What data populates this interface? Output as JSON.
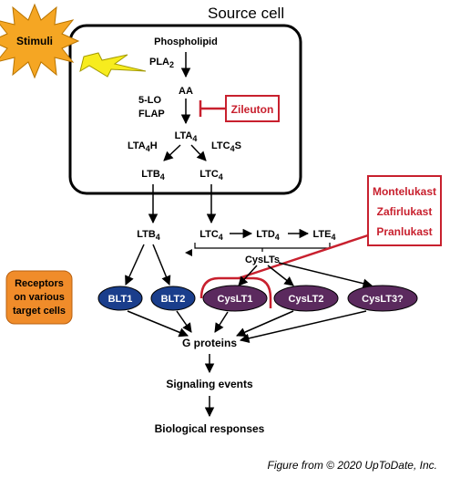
{
  "source_cell": {
    "title": "Source cell"
  },
  "stimuli": {
    "label": "Stimuli"
  },
  "pathway": {
    "phospholipid": "Phospholipid",
    "pla2_base": "PLA",
    "pla2_sub": "2",
    "aa": "AA",
    "five_lo": "5-LO",
    "flap": "FLAP",
    "lta4_base": "LTA",
    "lta4_sub": "4",
    "lta4h_a": "LTA",
    "lta4h_sub": "4",
    "lta4h_b": "H",
    "ltc4s_a": "LTC",
    "ltc4s_sub": "4",
    "ltc4s_b": "S",
    "ltb4_in_base": "LTB",
    "ltb4_in_sub": "4",
    "ltc4_in_base": "LTC",
    "ltc4_in_sub": "4"
  },
  "inhibitor_zileuton": "Zileuton",
  "antagonists": [
    "Montelukast",
    "Zafirlukast",
    "Pranlukast"
  ],
  "extracellular": {
    "ltb4_base": "LTB",
    "ltb4_sub": "4",
    "ltc4_base": "LTC",
    "ltc4_sub": "4",
    "ltd4_base": "LTD",
    "ltd4_sub": "4",
    "lte4_base": "LTE",
    "lte4_sub": "4",
    "cyslts": "CysLTs"
  },
  "receptors_label": [
    "Receptors",
    "on various",
    "target cells"
  ],
  "receptors": {
    "blt1": "BLT1",
    "blt2": "BLT2",
    "cyslt1": "CysLT1",
    "cyslt2": "CysLT2",
    "cyslt3": "CysLT3?"
  },
  "downstream": {
    "g_proteins": "G proteins",
    "signaling": "Signaling events",
    "biological": "Biological responses"
  },
  "credit": "Figure from © 2020 UpToDate, Inc.",
  "colors": {
    "blt_fill": "#1a3e8c",
    "cyslt_fill": "#5b2a5e",
    "red": "#c8202e",
    "receptors_box": "#f08c2a",
    "stimuli_burst": "#f5a623",
    "lightning": "#f7ec1e"
  }
}
